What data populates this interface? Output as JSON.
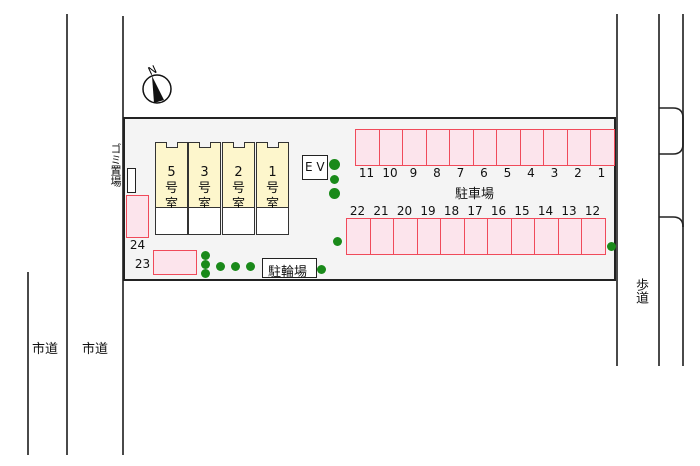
{
  "roads": {
    "left_road_label_1": "市道",
    "left_road_label_2": "市道",
    "sidewalk_label": "歩道"
  },
  "compass": {
    "label": "N"
  },
  "site": {
    "garbage_area_label": "ゴミ置場",
    "ev_label": "E V",
    "parking_label": "駐車場",
    "bicycle_parking_label": "駐輪場"
  },
  "units": [
    {
      "label": "5号室"
    },
    {
      "label": "3号室"
    },
    {
      "label": "2号室"
    },
    {
      "label": "1号室"
    }
  ],
  "parking_top": [
    "11",
    "10",
    "9",
    "8",
    "7",
    "6",
    "5",
    "4",
    "3",
    "2",
    "1"
  ],
  "parking_bottom": [
    "22",
    "21",
    "20",
    "19",
    "18",
    "17",
    "16",
    "15",
    "14",
    "13",
    "12"
  ],
  "parking_extra": {
    "slot_24": "24",
    "slot_23": "23"
  },
  "colors": {
    "parking_fill": "#fce4ec",
    "parking_border": "#f04a5a",
    "building_fill": "#fdf6cc",
    "tree": "#1a8a1a",
    "lot_fill": "#f4f4f4"
  }
}
